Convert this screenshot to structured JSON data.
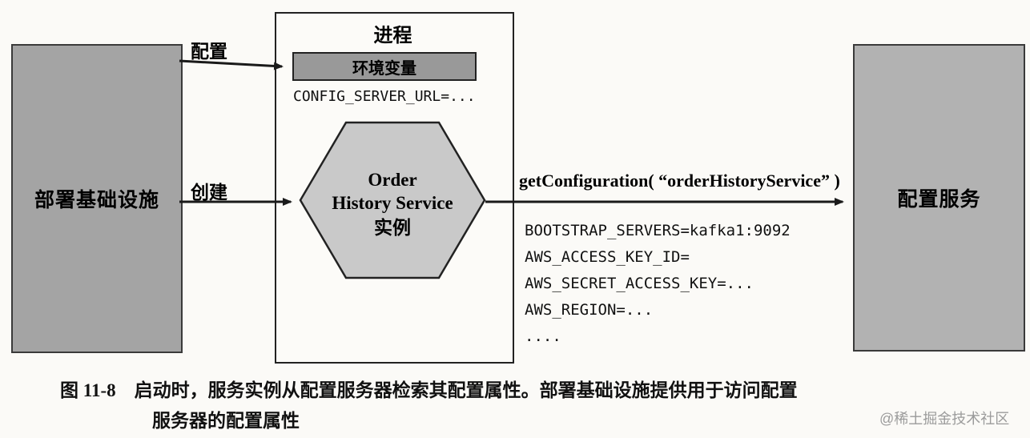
{
  "diagram": {
    "left_box": {
      "label": "部署基础设施"
    },
    "process_box": {
      "title": "进程",
      "env_bar_label": "环境变量",
      "config_url": "CONFIG_SERVER_URL=..."
    },
    "hexagon": {
      "line1": "Order",
      "line2": "History Service",
      "line3": "实例"
    },
    "right_box": {
      "label": "配置服务"
    },
    "arrows": {
      "configure_label": "配置",
      "create_label": "创建",
      "get_configuration_label": "getConfiguration( “orderHistoryService” )"
    },
    "env_lines": [
      "BOOTSTRAP_SERVERS=kafka1:9092",
      "AWS_ACCESS_KEY_ID=",
      "AWS_SECRET_ACCESS_KEY=...",
      "AWS_REGION=...",
      "...."
    ],
    "caption": {
      "line1": "图 11-8　启动时，服务实例从配置服务器检索其配置属性。部署基础设施提供用于访问配置",
      "line2": "服务器的配置属性"
    },
    "watermark": "@稀土掘金技术社区"
  },
  "colors": {
    "background": "#fbfaf7",
    "left_box_gray": "#a4a4a4",
    "right_box_gray": "#b2b2b2",
    "env_bar_gray": "#999999",
    "hexagon_gray": "#c9c9c9",
    "line_black": "#1a1a1a"
  }
}
